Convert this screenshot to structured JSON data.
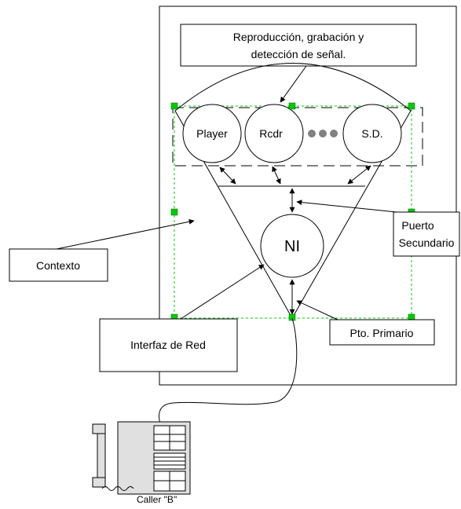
{
  "diagram": {
    "callout_top_line1": "Reproducción, grabación y",
    "callout_top_line2": "detección de señal.",
    "player_label": "Player",
    "rcdr_label": "Rcdr",
    "sd_label": "S.D.",
    "ni_label": "NI",
    "contexto_label": "Contexto",
    "puerto_secundario_line1": "Puerto",
    "puerto_secundario_line2": "Secundario",
    "interfaz_label": "Interfaz de Red",
    "pto_primario_label": "Pto. Primario",
    "caller_label": "Caller \"B\""
  },
  "colors": {
    "line": "#000000",
    "handle": "#00cc00",
    "selection_dash": "#00cc00",
    "dots": "#808080",
    "phone_body": "#e0e0e0"
  },
  "icons": {
    "telephone": "telephone-icon"
  }
}
